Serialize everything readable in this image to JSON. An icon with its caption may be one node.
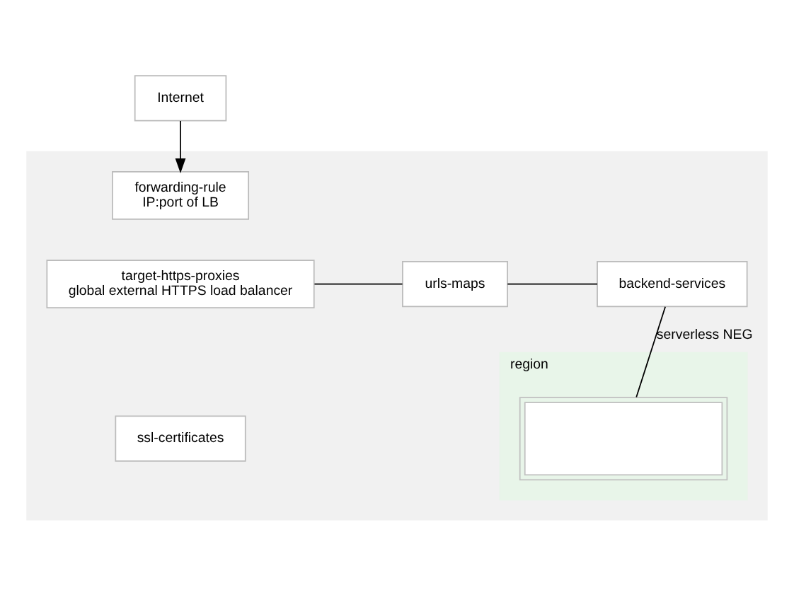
{
  "diagram": {
    "nodes": [
      {
        "text": [
          "Internet"
        ]
      },
      {
        "text": [],
        "shape": "box"
      },
      {
        "text": [
          "forwarding-rule",
          "IP:port of LB"
        ],
        "in": 1
      },
      {
        "text": [
          "target-https-proxies",
          "global external HTTPS load balancer"
        ],
        "in": 1
      },
      {
        "text": [
          "ssl-certificates"
        ],
        "in": 1
      },
      {
        "text": [
          "urls-maps"
        ],
        "in": 1
      },
      {
        "text": [
          "backend-services"
        ],
        "in": 1
      },
      {
        "text": [
          "region"
        ],
        "in": 1
      },
      {
        "text": [],
        "shape": "box",
        "in": 7
      }
    ],
    "edges": [
      {
        "from": 0,
        "to": 2,
        "arrow": "to"
      },
      {
        "from": 3,
        "to": 5,
        "arrow": "none"
      },
      {
        "from": 5,
        "to": 6,
        "arrow": "none"
      },
      {
        "from": 6,
        "to": 8,
        "arrow": "none",
        "label": "serverless NEG"
      }
    ]
  }
}
